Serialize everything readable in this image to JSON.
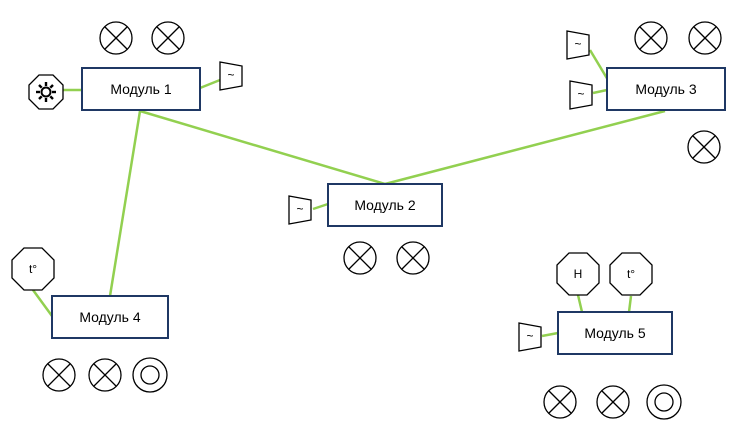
{
  "modules": [
    {
      "id": "m1",
      "label": "Модуль 1"
    },
    {
      "id": "m2",
      "label": "Модуль 2"
    },
    {
      "id": "m3",
      "label": "Модуль 3"
    },
    {
      "id": "m4",
      "label": "Модуль 4"
    },
    {
      "id": "m5",
      "label": "Модуль 5"
    }
  ],
  "links": [
    {
      "from": "m1",
      "to": "m2"
    },
    {
      "from": "m2",
      "to": "m3"
    },
    {
      "from": "m1",
      "to": "m4"
    }
  ],
  "sensor_glyphs": {
    "temperature": "t°",
    "humidity": "H",
    "generator": "~"
  },
  "colors": {
    "link": "#92d050",
    "module_border": "#1f3864"
  }
}
